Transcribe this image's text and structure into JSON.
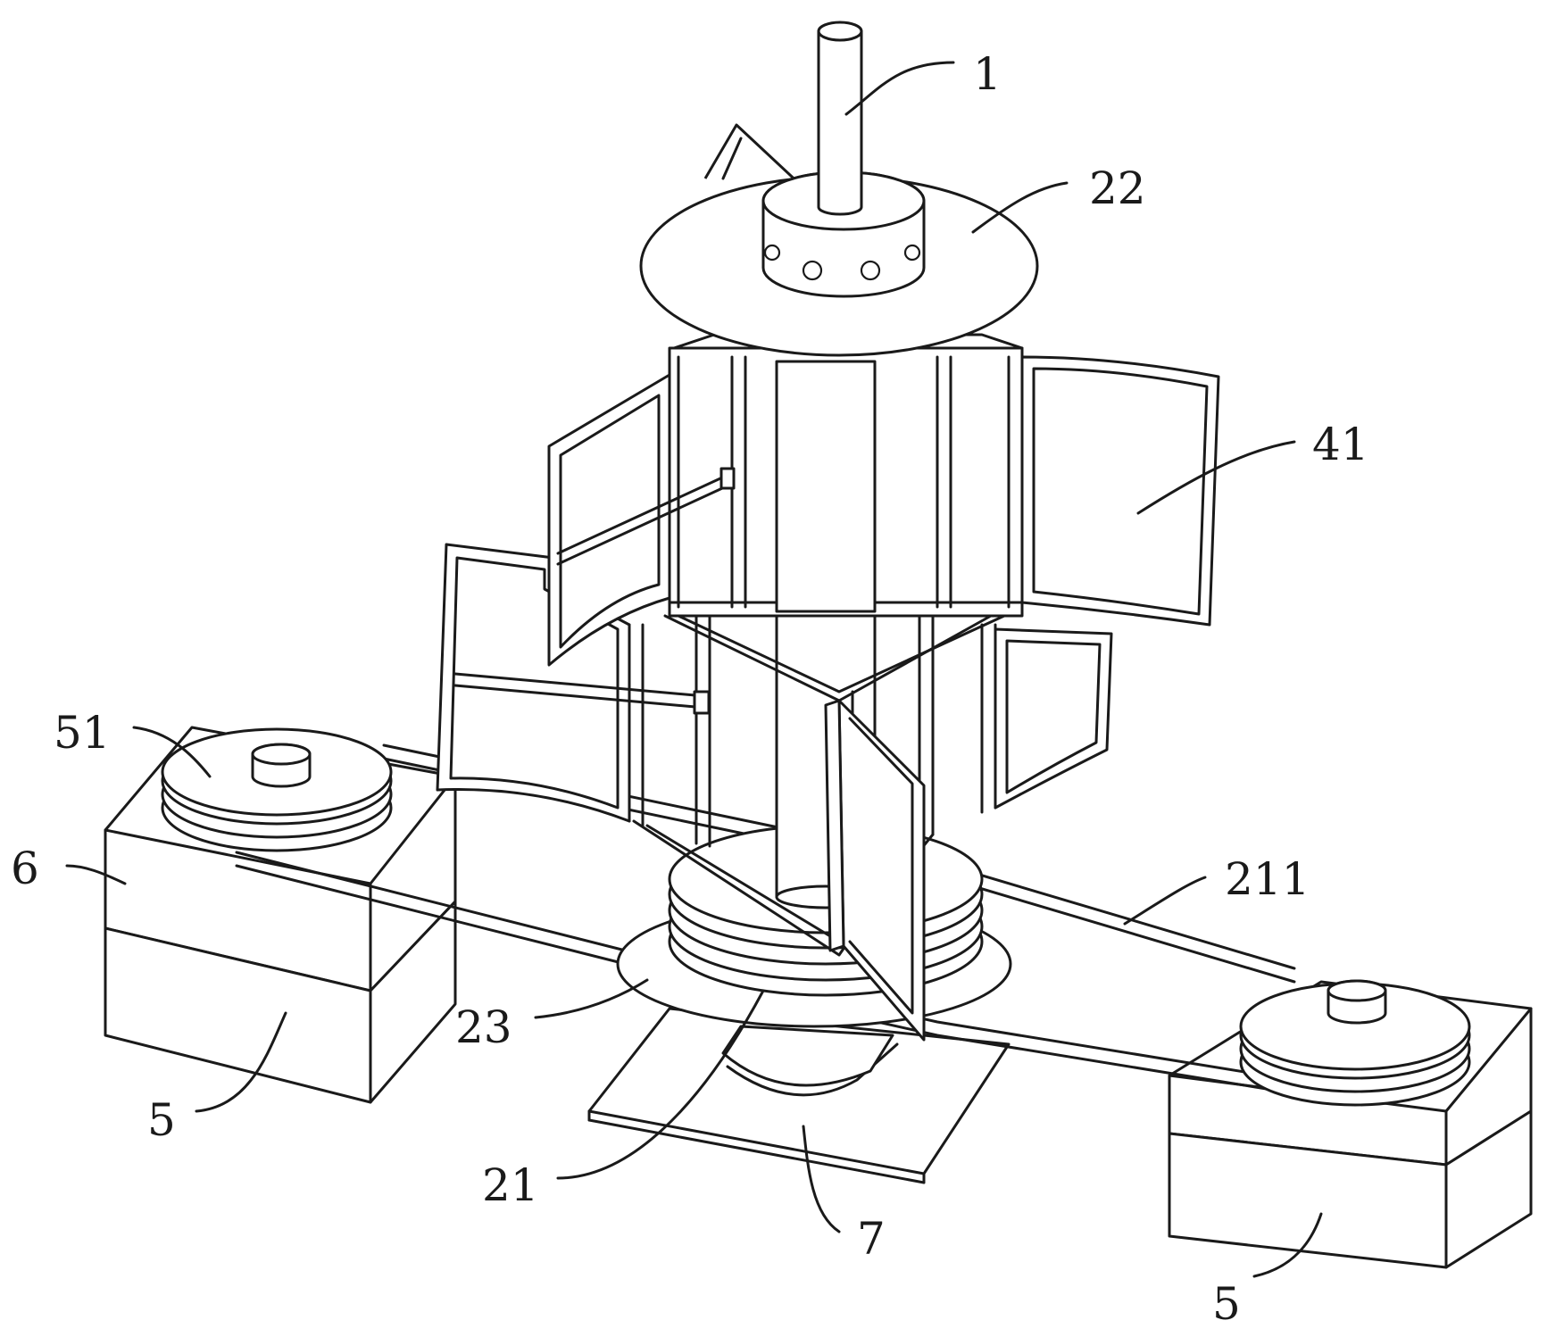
{
  "labels": [
    {
      "id": "shaft",
      "text": "1"
    },
    {
      "id": "top-disc",
      "text": "22"
    },
    {
      "id": "blade",
      "text": "41"
    },
    {
      "id": "left-pulley",
      "text": "51"
    },
    {
      "id": "left-upper-block",
      "text": "6"
    },
    {
      "id": "belt",
      "text": "211"
    },
    {
      "id": "lower-disc",
      "text": "23"
    },
    {
      "id": "left-base-block",
      "text": "5"
    },
    {
      "id": "center-pulley",
      "text": "21"
    },
    {
      "id": "base-plate",
      "text": "7"
    },
    {
      "id": "right-base-block",
      "text": "5"
    }
  ]
}
